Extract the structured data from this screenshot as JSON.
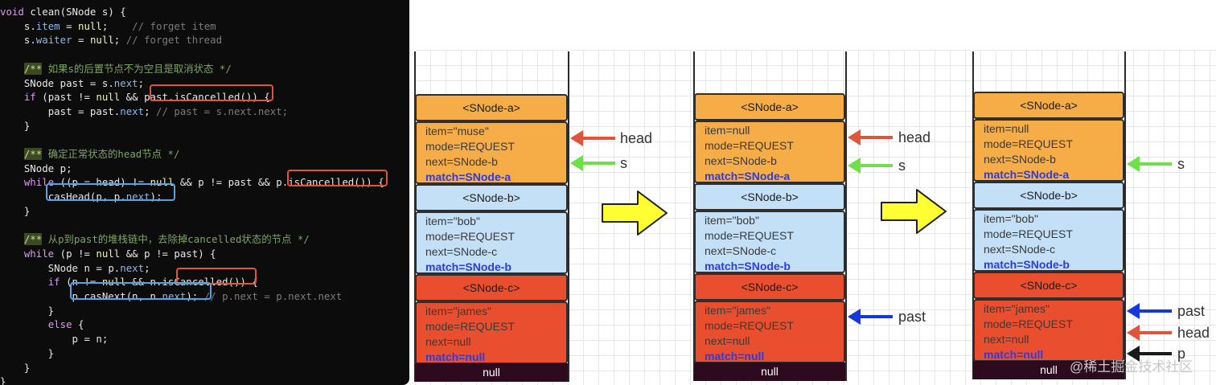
{
  "code": {
    "lines": [
      [
        "void clean(SNode s) {"
      ],
      [
        "    s.item = null;    // forget item"
      ],
      [
        "    s.waiter = null; // forget thread"
      ],
      [
        ""
      ],
      [
        "    /** 如果s的后置节点不为空且是取消状态 */"
      ],
      [
        "    SNode past = s.next;"
      ],
      [
        "    if (past != null && past.isCancelled()) {"
      ],
      [
        "        past = past.next; // past = s.next.next;"
      ],
      [
        "    }"
      ],
      [
        ""
      ],
      [
        "    /** 确定正常状态的head节点 */"
      ],
      [
        "    SNode p;"
      ],
      [
        "    while ((p = head) != null && p != past && p.isCancelled()) {"
      ],
      [
        "        casHead(p, p.next);"
      ],
      [
        "    }"
      ],
      [
        ""
      ],
      [
        "    /** 从p到past的堆栈链中，去除掉cancelled状态的节点 */"
      ],
      [
        "    while (p != null && p != past) {"
      ],
      [
        "        SNode n = p.next;"
      ],
      [
        "        if (n != null && n.isCancelled()) {"
      ],
      [
        "            p.casNext(n, n.next); // p.next = p.next.next"
      ],
      [
        "        }"
      ],
      [
        "        else {"
      ],
      [
        "            p = n;"
      ],
      [
        "        }"
      ],
      [
        "    }"
      ],
      [
        "}"
      ]
    ]
  },
  "stacks": [
    {
      "nodes": [
        {
          "title": "<SNode-a>",
          "lines": [
            "item=\"muse\"",
            "mode=REQUEST",
            "next=SNode-b",
            "match=SNode-a"
          ],
          "color": "#f6ad48"
        },
        {
          "title": "<SNode-b>",
          "lines": [
            "item=\"bob\"",
            "mode=REQUEST",
            "next=SNode-c",
            "match=SNode-b"
          ],
          "color": "#c4e0f7"
        },
        {
          "title": "<SNode-c>",
          "lines": [
            "item=\"james\"",
            "mode=REQUEST",
            "next=null",
            "match=null"
          ],
          "color": "#e94f2e"
        }
      ],
      "null_label": "null",
      "pointers": [
        {
          "label": "head",
          "color": "#e0553a"
        },
        {
          "label": "s",
          "color": "#6ee04a"
        }
      ]
    },
    {
      "nodes": [
        {
          "title": "<SNode-a>",
          "lines": [
            "item=null",
            "mode=REQUEST",
            "next=SNode-b",
            "match=SNode-a"
          ],
          "color": "#f6ad48"
        },
        {
          "title": "<SNode-b>",
          "lines": [
            "item=\"bob\"",
            "mode=REQUEST",
            "next=SNode-c",
            "match=SNode-b"
          ],
          "color": "#c4e0f7"
        },
        {
          "title": "<SNode-c>",
          "lines": [
            "item=\"james\"",
            "mode=REQUEST",
            "next=null",
            "match=null"
          ],
          "color": "#e94f2e"
        }
      ],
      "null_label": "null",
      "pointers": [
        {
          "label": "head",
          "color": "#e0553a"
        },
        {
          "label": "s",
          "color": "#6ee04a"
        },
        {
          "label": "past",
          "color": "#1537e0"
        }
      ]
    },
    {
      "nodes": [
        {
          "title": "<SNode-a>",
          "lines": [
            "item=null",
            "mode=REQUEST",
            "next=SNode-b",
            "match=SNode-a"
          ],
          "color": "#f6ad48"
        },
        {
          "title": "<SNode-b>",
          "lines": [
            "item=\"bob\"",
            "mode=REQUEST",
            "next=SNode-c",
            "match=SNode-b"
          ],
          "color": "#c4e0f7"
        },
        {
          "title": "<SNode-c>",
          "lines": [
            "item=\"james\"",
            "mode=REQUEST",
            "next=null",
            "match=null"
          ],
          "color": "#e94f2e"
        }
      ],
      "null_label": "null",
      "pointers": [
        {
          "label": "s",
          "color": "#6ee04a"
        },
        {
          "label": "past",
          "color": "#1537e0"
        },
        {
          "label": "head",
          "color": "#e0553a"
        },
        {
          "label": "p",
          "color": "#1a1a1a"
        }
      ]
    }
  ],
  "transition_arrow_color": "#ffff33",
  "watermark": "@稀土掘金技术社区"
}
